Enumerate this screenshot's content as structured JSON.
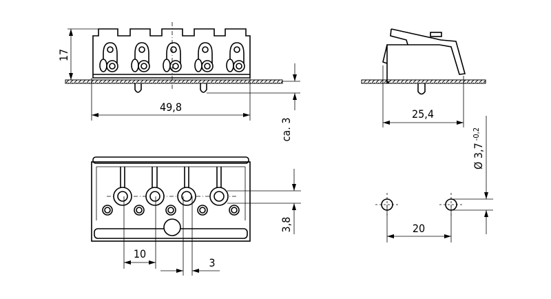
{
  "drawing": {
    "front_view": {
      "height_dim": "17",
      "width_dim": "49,8",
      "clip_depth_dim": "ca. 3"
    },
    "side_view": {
      "depth_dim": "25,4"
    },
    "bottom_view": {
      "pitch_dim": "10",
      "offset_dim": "3",
      "row_offset_dim": "3,8"
    },
    "hole_pattern": {
      "spacing_dim": "20",
      "diameter_dim": "Ø 3,7",
      "diameter_tolerance": "-0,2"
    }
  }
}
